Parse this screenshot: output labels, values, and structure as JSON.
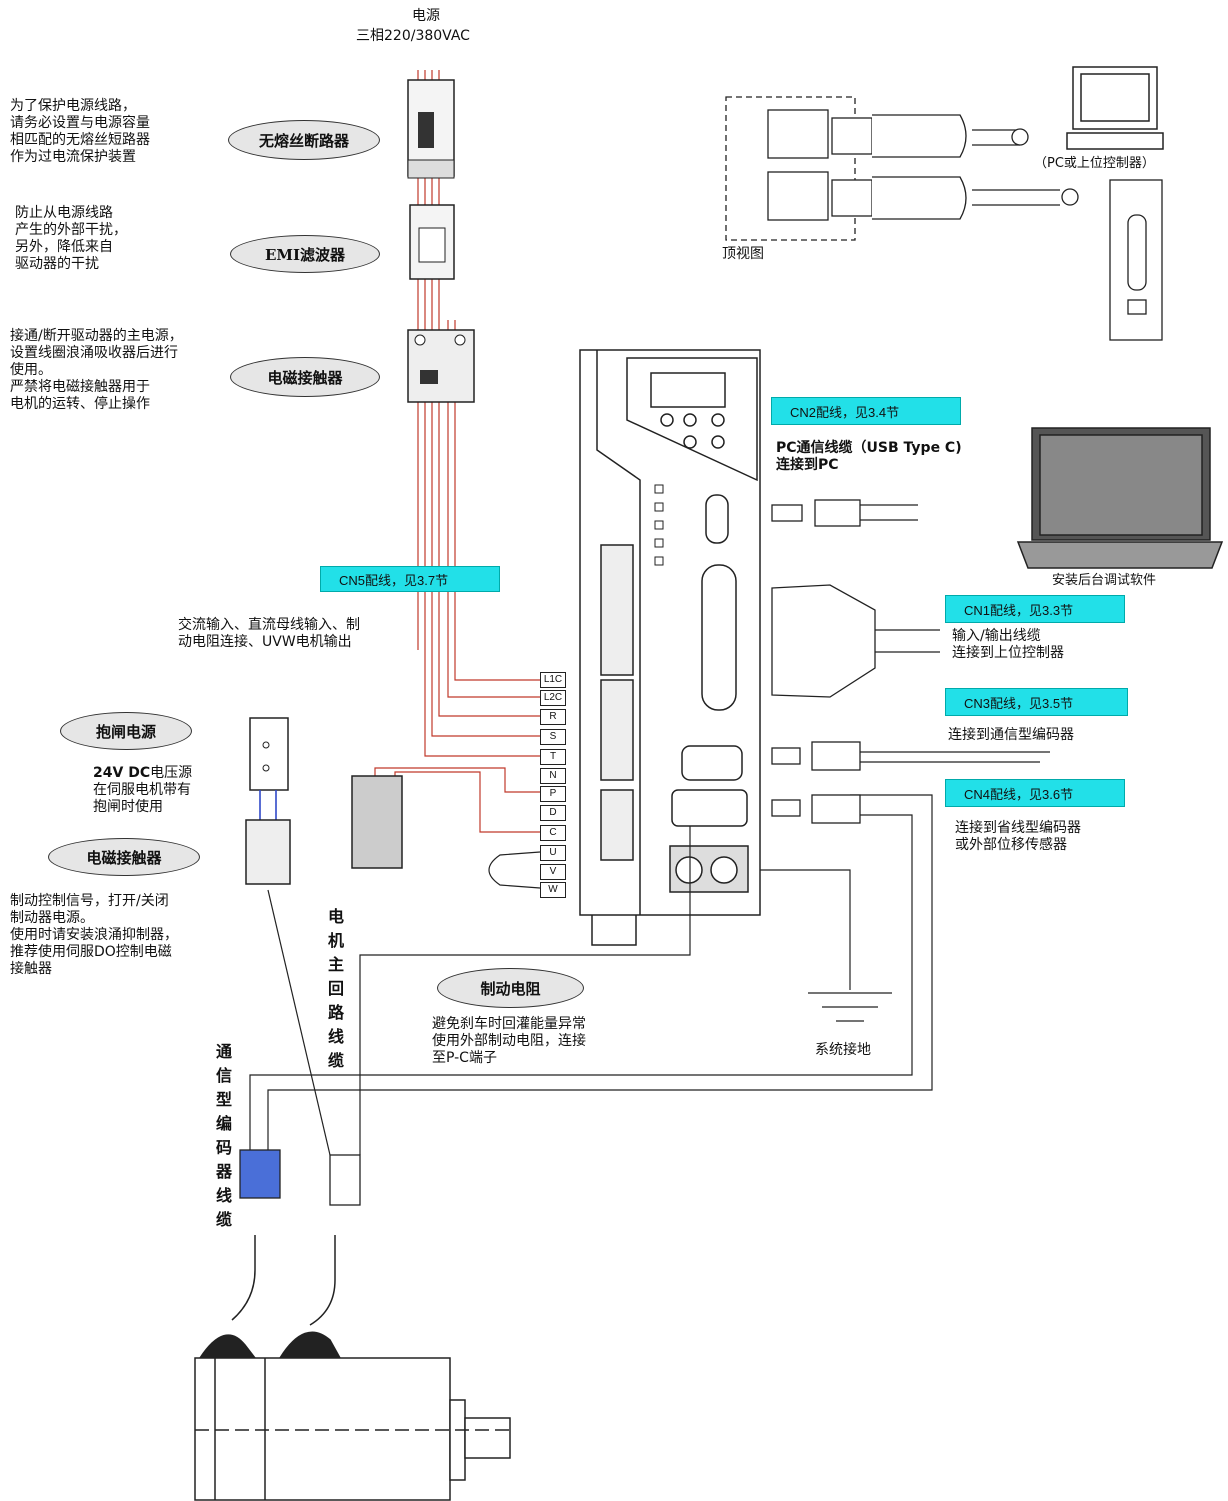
{
  "power": {
    "title": "电源",
    "spec": "三相220/380VAC"
  },
  "breaker": {
    "label": "无熔丝断路器",
    "note": "为了保护电源线路，\n请务必设置与电源容量\n相匹配的无熔丝短路器\n作为过电流保护装置"
  },
  "emi": {
    "label": "EMI滤波器",
    "note": "防止从电源线路\n产生的外部干扰，\n另外，降低来自\n驱动器的干扰"
  },
  "contactor": {
    "label": "电磁接触器",
    "note": "接通/断开驱动器的主电源，\n设置线圈浪涌吸收器后进行\n使用。\n严禁将电磁接触器用于\n电机的运转、停止操作"
  },
  "cn5": {
    "label": "CN5配线，见3.7节",
    "note": "交流输入、直流母线输入、制\n动电阻连接、UVW电机输出"
  },
  "brake_power": {
    "label": "抱闸电源",
    "note_bold": "24V DC",
    "note": "电压源\n在伺服电机带有\n抱闸时使用"
  },
  "brake_contactor": {
    "label": "电磁接触器",
    "note": "制动控制信号，打开/关闭\n制动器电源。\n使用时请安装浪涌抑制器，\n推荐使用伺服DO控制电磁\n接触器"
  },
  "motor_cable": "电机主回路线缆",
  "encoder_cable": "通信型编码器线缆",
  "brake_resistor": {
    "label": "制动电阻",
    "note": "避免刹车时回灌能量异常\n使用外部制动电阻，连接\n至P-C端子"
  },
  "ground": "系统接地",
  "top_view": "顶视图",
  "pc_ctrl": "（PC或上位控制器）",
  "cn2": {
    "label": "CN2配线，见3.4节",
    "note": "PC通信线缆（USB Type C)\n连接到PC"
  },
  "laptop_label": "安装后台调试软件",
  "cn1": {
    "label": "CN1配线，见3.3节",
    "note": "输入/输出线缆\n连接到上位控制器"
  },
  "cn3": {
    "label": "CN3配线，见3.5节",
    "note": "连接到通信型编码器"
  },
  "cn4": {
    "label": "CN4配线，见3.6节",
    "note": "连接到省线型编码器\n或外部位移传感器"
  },
  "terminals": [
    "L1C",
    "L2C",
    "R",
    "S",
    "T",
    "N",
    "P",
    "D",
    "C",
    "U",
    "V",
    "W"
  ],
  "colors": {
    "wire_red": "#c0392b",
    "wire_black": "#222222",
    "wire_blue": "#2f48c8",
    "tag_cyan": "#22e0e8",
    "pill_gray": "#e6e6e6"
  }
}
